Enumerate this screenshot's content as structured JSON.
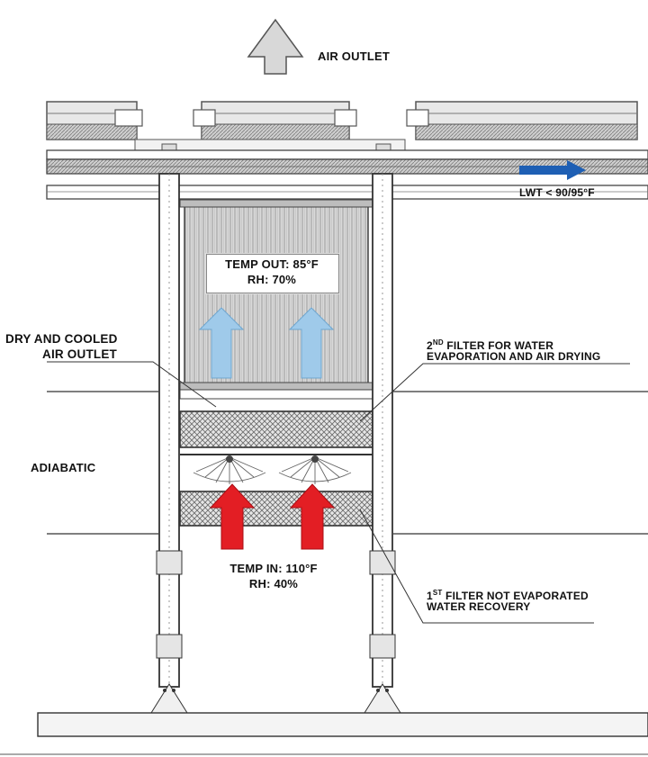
{
  "labels": {
    "air_outlet": "AIR OUTLET",
    "lwt": "LWT < 90/95°F",
    "temp_out_line1": "TEMP OUT: 85°F",
    "temp_out_line2": "RH: 70%",
    "dry_cooled_line1": "DRY AND COOLED",
    "dry_cooled_line2": "AIR OUTLET",
    "second_filter_num": "2",
    "second_filter_sup": "ND",
    "second_filter_line1_rest": " FILTER FOR WATER",
    "second_filter_line2": "EVAPORATION AND AIR DRYING",
    "adiabatic": "ADIABATIC",
    "temp_in_line1": "TEMP IN: 110°F",
    "temp_in_line2": "RH: 40%",
    "first_filter_num": "1",
    "first_filter_sup": "ST",
    "first_filter_line1_rest": " FILTER NOT EVAPORATED",
    "first_filter_line2": "WATER RECOVERY"
  },
  "colors": {
    "hot_arrow": "#e31e24",
    "cool_arrow": "#9fcaea",
    "lwt_arrow": "#1e5fb4",
    "outlet_arrow": "#d8d8d8"
  },
  "icons": {
    "outlet": "up-arrow-icon",
    "lwt": "right-arrow-icon",
    "cool_air": "up-arrow-icon",
    "hot_air": "up-arrow-icon"
  }
}
